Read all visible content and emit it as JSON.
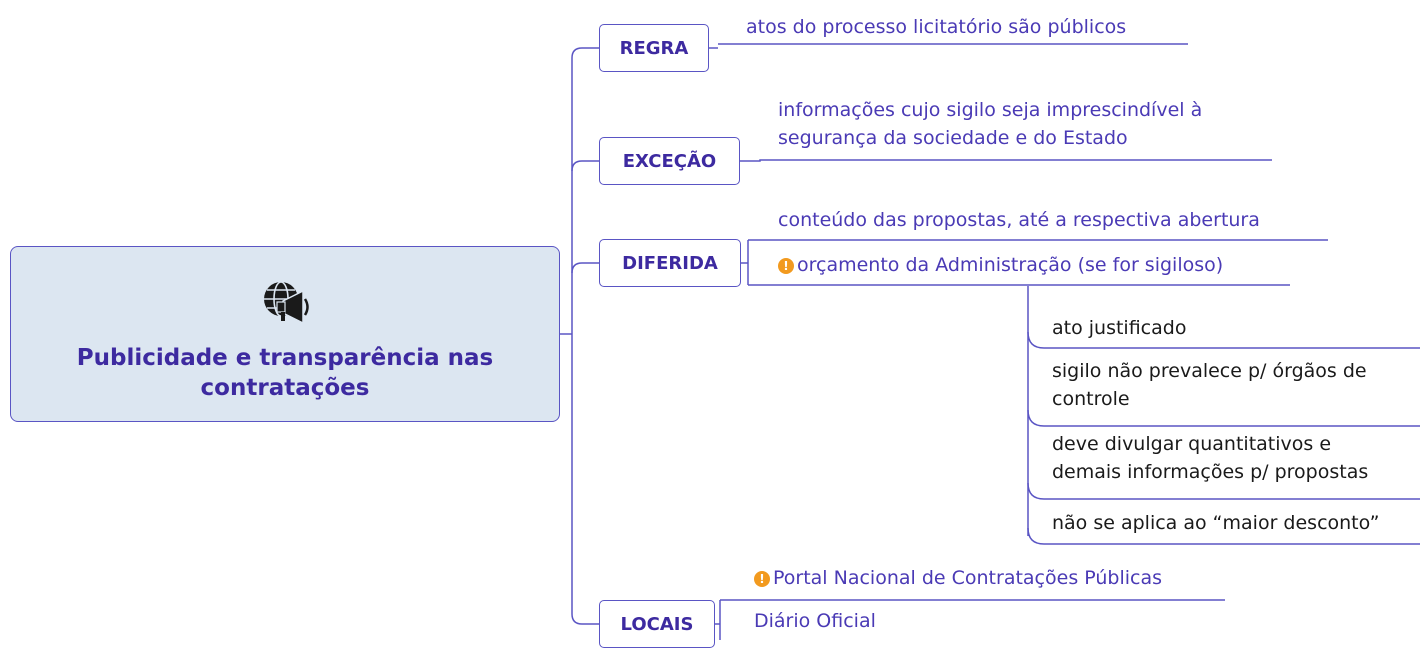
{
  "root": {
    "icon": "globe-megaphone-icon",
    "title_line1": "Publicidade e transparência nas",
    "title_line2": "contratações"
  },
  "branches": [
    {
      "label": "REGRA",
      "leaves": [
        "atos do processo licitatório são públicos"
      ]
    },
    {
      "label": "EXCEÇÃO",
      "leaves": [
        {
          "line1": "informações cujo sigilo seja imprescindível à",
          "line2": "segurança da sociedade e do Estado"
        }
      ]
    },
    {
      "label": "DIFERIDA",
      "leaves": [
        "conteúdo das propostas, até a respectiva abertura",
        {
          "text": "orçamento da Administração (se for sigiloso)",
          "icon": "warning-icon",
          "children": [
            "ato justificado",
            {
              "line1": "sigilo não prevalece p/ órgãos de",
              "line2": "controle"
            },
            {
              "line1": "deve divulgar quantitativos e",
              "line2": "demais informações p/ propostas"
            },
            "não se aplica ao “maior desconto”"
          ]
        }
      ]
    },
    {
      "label": "LOCAIS",
      "leaves": [
        {
          "text": "Portal Nacional de Contratações Públicas",
          "icon": "warning-icon"
        },
        "Diário Oficial"
      ]
    }
  ],
  "colors": {
    "connector": "#5a55c4",
    "root_fill": "#dce6f1",
    "title": "#3d2aa0",
    "leaf_text": "#4a3ab5",
    "warning": "#f29a1f"
  }
}
